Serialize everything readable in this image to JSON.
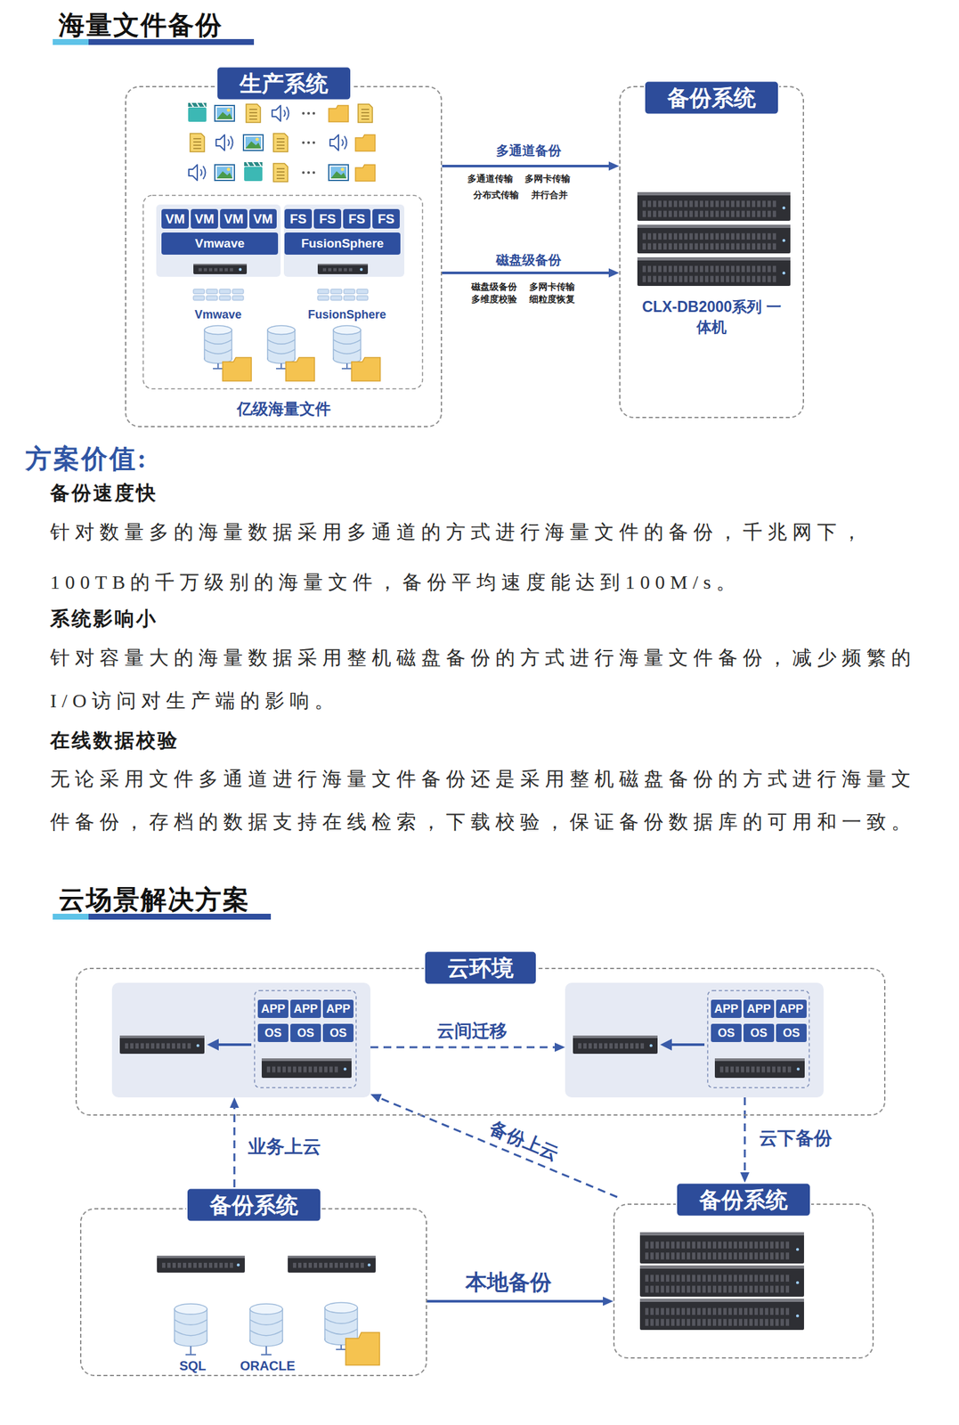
{
  "diagram": {
    "title": "海量文件备份",
    "nodes": [
      {
        "text": [
          "生产系统",
          "亿级海量文件"
        ]
      },
      {
        "text": [
          "VM"
        ],
        "in": 0
      },
      {
        "text": [
          "VM"
        ],
        "in": 0
      },
      {
        "text": [
          "VM"
        ],
        "in": 0
      },
      {
        "text": [
          "VM"
        ],
        "in": 0
      },
      {
        "text": [
          "Vmwave"
        ],
        "in": 0
      },
      {
        "text": [
          "FS"
        ],
        "in": 0
      },
      {
        "text": [
          "FS"
        ],
        "in": 0
      },
      {
        "text": [
          "FS"
        ],
        "in": 0
      },
      {
        "text": [
          "FS"
        ],
        "in": 0
      },
      {
        "text": [
          "FusionSphere"
        ],
        "in": 0
      },
      {
        "text": [
          "备份系统",
          "CLX-DB2000系列 一体机"
        ]
      },
      {
        "text": [
          "云环境"
        ]
      },
      {
        "text": [],
        "in": 12
      },
      {
        "text": [
          "APP"
        ],
        "in": 13
      },
      {
        "text": [
          "APP"
        ],
        "in": 13
      },
      {
        "text": [
          "APP"
        ],
        "in": 13
      },
      {
        "text": [
          "OS"
        ],
        "in": 13
      },
      {
        "text": [
          "OS"
        ],
        "in": 13
      },
      {
        "text": [
          "OS"
        ],
        "in": 13
      },
      {
        "text": [],
        "in": 12
      },
      {
        "text": [
          "APP"
        ],
        "in": 20
      },
      {
        "text": [
          "APP"
        ],
        "in": 20
      },
      {
        "text": [
          "APP"
        ],
        "in": 20
      },
      {
        "text": [
          "OS"
        ],
        "in": 20
      },
      {
        "text": [
          "OS"
        ],
        "in": 20
      },
      {
        "text": [
          "OS"
        ],
        "in": 20
      },
      {
        "text": [
          "备份系统"
        ]
      },
      {
        "text": [
          "备份系统"
        ]
      }
    ],
    "edges": [
      {
        "from": 0,
        "to": 11,
        "label": "多通道备份",
        "arrow": "to"
      },
      {
        "from": 0,
        "to": 11,
        "label": "磁盘级备份",
        "arrow": "to"
      },
      {
        "from": 13,
        "to": 20,
        "label": "云间迁移",
        "arrow": "to"
      },
      {
        "from": 27,
        "to": 13,
        "label": "业务上云",
        "arrow": "to"
      },
      {
        "from": 28,
        "to": 13,
        "label": "备份上云",
        "arrow": "to"
      },
      {
        "from": 20,
        "to": 28,
        "label": "云下备份",
        "arrow": "to"
      },
      {
        "from": 27,
        "to": 28,
        "label": "本地备份",
        "arrow": "to"
      }
    ],
    "labels": [
      "多通道传输",
      "多网卡传输",
      "分布式传输",
      "并行合并",
      "磁盘级备份",
      "多网卡传输",
      "多维度校验",
      "细粒度恢复",
      "Vmwave",
      "FusionSphere",
      "方案价值:",
      "备份速度快",
      "针对数量多的海量数据采用多通道的方式进行海量文件的备份，千兆网下， 100TB的千万级别的海量文件，备份平均速度能达到100M/s。",
      "系统影响小",
      "针对容量大的海量数据采用整机磁盘备份的方式进行海量文件备份，减少频繁的 I/O访问对生产端的影响。",
      "在线数据校验",
      "无论采用文件多通道进行海量文件备份还是采用整机磁盘备份的方式进行海量文 件备份，存档的数据支持在线检索，下载校验，保证备份数据库的可用和一致。",
      "云场景解决方案",
      "SQL",
      "ORACLE"
    ]
  }
}
